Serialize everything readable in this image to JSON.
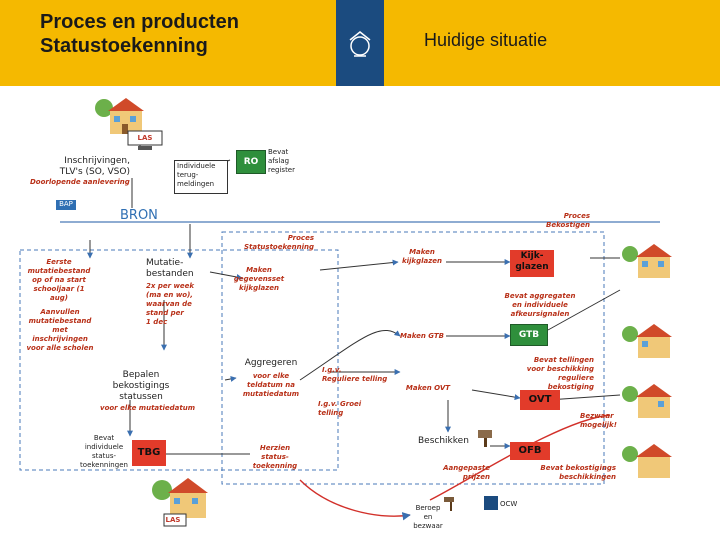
{
  "header": {
    "title": "Proces en producten\nStatustoekenning",
    "subtitle": "Huidige situatie",
    "accent": "#f5b900",
    "logo_color": "#1b4b7f"
  },
  "nodes": {
    "las_top": "LAS",
    "inschrijvingen": "Inschrijvingen,\nTLV's (SO, VSO)",
    "doorlopende": "Doorlopende aanlevering",
    "individuele": "Individuele\nterug-\nmeldingen",
    "ro": "RO",
    "bevat_afslag": "Bevat\nafslag\nregister",
    "bap": "BAP",
    "bron": "BRON",
    "proces_bekostigen": "Proces\nBekostigen",
    "proces_statustoekenning": "Proces\nStatustoekenning",
    "eerste": "Eerste\nmutatiebestand\nop of na start\nschooljaar (1 aug)",
    "aanvullen": "Aanvullen\nmutatiebestand\nmet\ninschrijvingen\nvoor alle scholen",
    "mutatiebestanden": "Mutatie-\nbestanden",
    "per_week": "2x per week\n(ma en wo),\nwaarvan de\nstand per\n1 dec",
    "maken_gegevens": "Maken\ngegevensset\nkijkglazen",
    "maken_kijkglazen": "Maken\nkijkglazen",
    "kijkglazen": "Kijk-\nglazen",
    "bevat_aggregaten": "Bevat aggregaten\nen individuele\nafkeursignalen",
    "maken_gtb": "Maken GTB",
    "gtb": "GTB",
    "bepalen": "Bepalen\nbekostigings\nstatussen",
    "voor_elke_mutatiedatum": "voor elke mutatiedatum",
    "aggregeren": "Aggregeren",
    "voor_elke_teldatum": "voor elke\nteldatum na\nmutatiedatum",
    "igv_reguliere": "I.g.v.\nReguliere telling",
    "igv_groei": "I.g.v. Groei\ntelling",
    "maken_ovt": "Maken OVT",
    "bevat_tellingen": "Bevat tellingen\nvoor beschikking\nreguliere bekostiging",
    "ovt": "OVT",
    "bezwaar_mogelijk": "Bezwaar\nmogelijk!",
    "bevat_individuele": "Bevat\nindividuele\nstatus-\ntoekenningen",
    "tbg": "TBG",
    "herzien": "Herzien\nstatus-\ntoekenning",
    "beschikken": "Beschikken",
    "ofb": "OFB",
    "bevat_bekostigings": "Bevat bekostigings\nbeschikkingen",
    "aangepaste": "Aangepaste\nprijzen",
    "ocw": "OCW",
    "las_bottom": "LAS",
    "beroep": "Beroep\nen\nbezwaar"
  }
}
